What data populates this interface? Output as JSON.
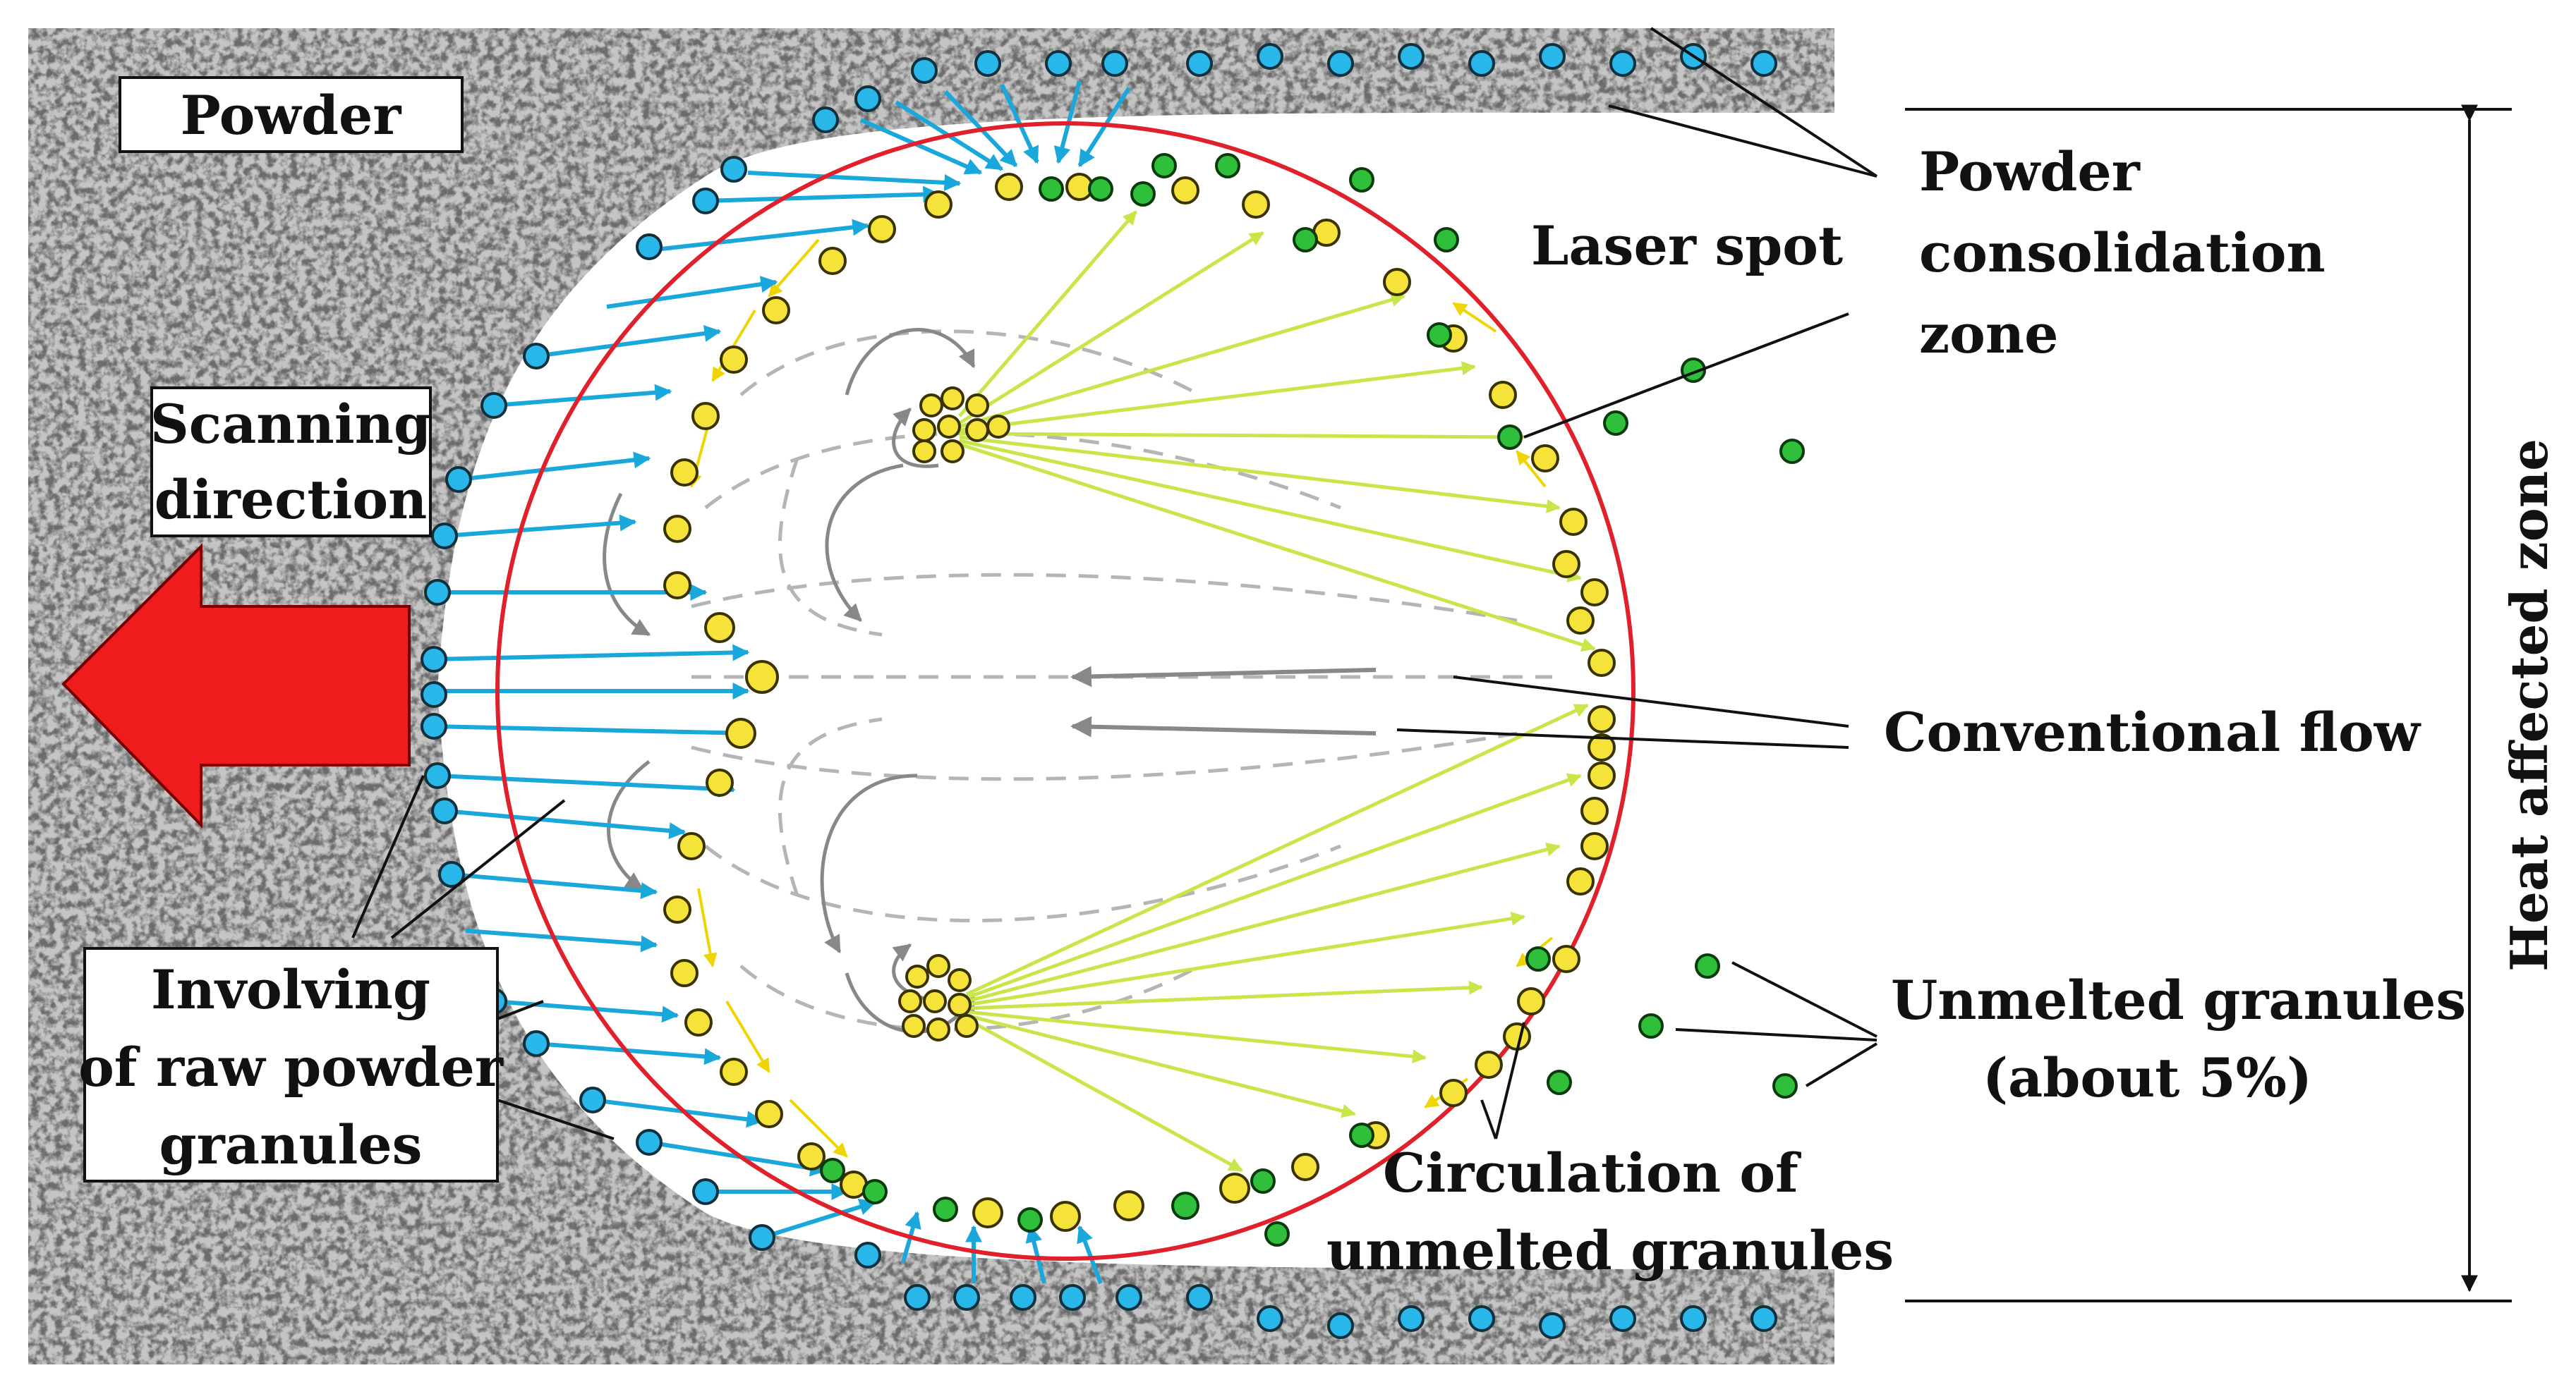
{
  "labels": {
    "powder": "Powder",
    "scanning_line1": "Scanning",
    "scanning_line2": "direction",
    "involving_line1": "Involving",
    "involving_line2": "of raw powder",
    "involving_line3": "granules",
    "laser_spot": "Laser spot",
    "consolidation_line1": "Powder",
    "consolidation_line2": "consolidation",
    "consolidation_line3": "zone",
    "flow": "Conventional flow",
    "unmelted_line1": "Unmelted granules",
    "unmelted_line2": "(about 5%)",
    "circulation_line1": "Circulation of",
    "circulation_line2": "unmelted granules",
    "heat_zone": "Heat affected zone"
  },
  "colors": {
    "spot_outline": "#e0202a",
    "powder_particle": "#29b6e8",
    "molten_particle": "#f5e33a",
    "unmelted_particle": "#2fbf3a",
    "incoming_arrow": "#1aa7dc",
    "outflow_arrow": "#c8e64a",
    "direction_arrow": "#ee1c1c",
    "powder_bed": "#8a8a8a"
  }
}
